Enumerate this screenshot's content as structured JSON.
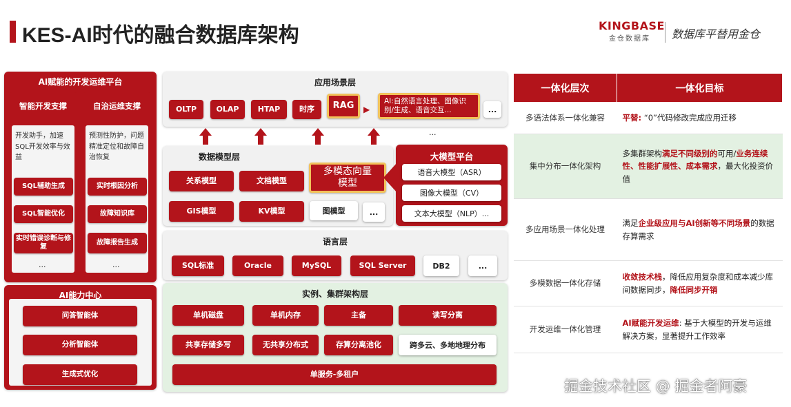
{
  "header": {
    "title": "KES-AI时代的融合数据库架构",
    "logo_brand": "KINGBASE",
    "logo_sub": "金仓数据库",
    "slogan": "数据库平替用金仓"
  },
  "platform": {
    "title": "AI赋能的开发运维平台",
    "dev": {
      "title": "智能开发支撑",
      "desc": "开发助手，加速SQL开发效率与效益",
      "items": [
        "SQL辅助生成",
        "SQL智能优化",
        "实时错误诊断与修复"
      ],
      "more": "..."
    },
    "ops": {
      "title": "自治运维支撑",
      "desc": "预测性防护，问题精准定位和故障自治恢复",
      "items": [
        "实时根因分析",
        "故障知识库",
        "故障报告生成"
      ],
      "more": "..."
    }
  },
  "ai_center": {
    "title": "AI能力中心",
    "items": [
      "问答智能体",
      "分析智能体",
      "生成式优化"
    ]
  },
  "app_layer": {
    "title": "应用场景层",
    "items": [
      "OLTP",
      "OLAP",
      "HTAP",
      "时序",
      "RAG"
    ],
    "ai_box": "AI:自然语言处理、图像识别/生成、语音交互...",
    "more": "...",
    "ellipsis_below": "..."
  },
  "data_model_layer": {
    "title": "数据模型层",
    "row1": [
      "关系模型",
      "文档模型"
    ],
    "multimodal": "多模态向量模型",
    "row2": [
      "GIS模型",
      "KV模型",
      "图模型",
      "..."
    ]
  },
  "llm_platform": {
    "title": "大模型平台",
    "items": [
      "语音大模型（ASR）",
      "图像大模型（CV）",
      "文本大模型（NLP）..."
    ]
  },
  "language_layer": {
    "title": "语言层",
    "items": [
      "SQL标准",
      "Oracle",
      "MySQL",
      "SQL Server",
      "DB2",
      "..."
    ]
  },
  "instance_layer": {
    "title": "实例、集群架构层",
    "row1": [
      "单机磁盘",
      "单机内存",
      "主备",
      "读写分离"
    ],
    "row2": [
      "共享存储多写",
      "无共享分布式",
      "存算分离池化",
      "跨多云、多地地理分布"
    ],
    "bottom": "单服务-多租户"
  },
  "goals_table": {
    "headers": [
      "一体化层次",
      "一体化目标"
    ],
    "rows": [
      {
        "level": "多语法体系一体化兼容",
        "parts": [
          {
            "t": "平替:",
            "hl": true
          },
          {
            "t": " “0”代码修改完成应用迁移",
            "hl": false
          }
        ]
      },
      {
        "level": "集中分布一体化架构",
        "parts": [
          {
            "t": "多集群架构",
            "hl": false
          },
          {
            "t": "满足不同级别的",
            "hl": true
          },
          {
            "t": "可用/",
            "hl": false
          },
          {
            "t": "业务连续性、性能扩展性、成本需求",
            "hl": true
          },
          {
            "t": "，最大化投资价值",
            "hl": false
          }
        ]
      },
      {
        "level": "多应用场景一体化处理",
        "parts": [
          {
            "t": "满足",
            "hl": false
          },
          {
            "t": "企业级应用与AI创新等不同场景",
            "hl": true
          },
          {
            "t": "的数据存算需求",
            "hl": false
          }
        ]
      },
      {
        "level": "多模数据一体化存储",
        "parts": [
          {
            "t": "收敛技术栈",
            "hl": true
          },
          {
            "t": "，降低应用复杂度和成本减少库间数据同步，",
            "hl": false
          },
          {
            "t": "降低同步开销",
            "hl": true
          }
        ]
      },
      {
        "level": "开发运维一体化管理",
        "parts": [
          {
            "t": "AI赋能开发运维",
            "hl": true
          },
          {
            "t": ": 基于大模型的开发与运维解决方案，显著提升工作效率",
            "hl": false
          }
        ]
      }
    ]
  },
  "watermark": "掘金技术社区 @ 掘金者阿豪",
  "colors": {
    "accent": "#b3141b",
    "green_bg": "#e3f1e2",
    "panel_bg": "#f1f1f1"
  }
}
